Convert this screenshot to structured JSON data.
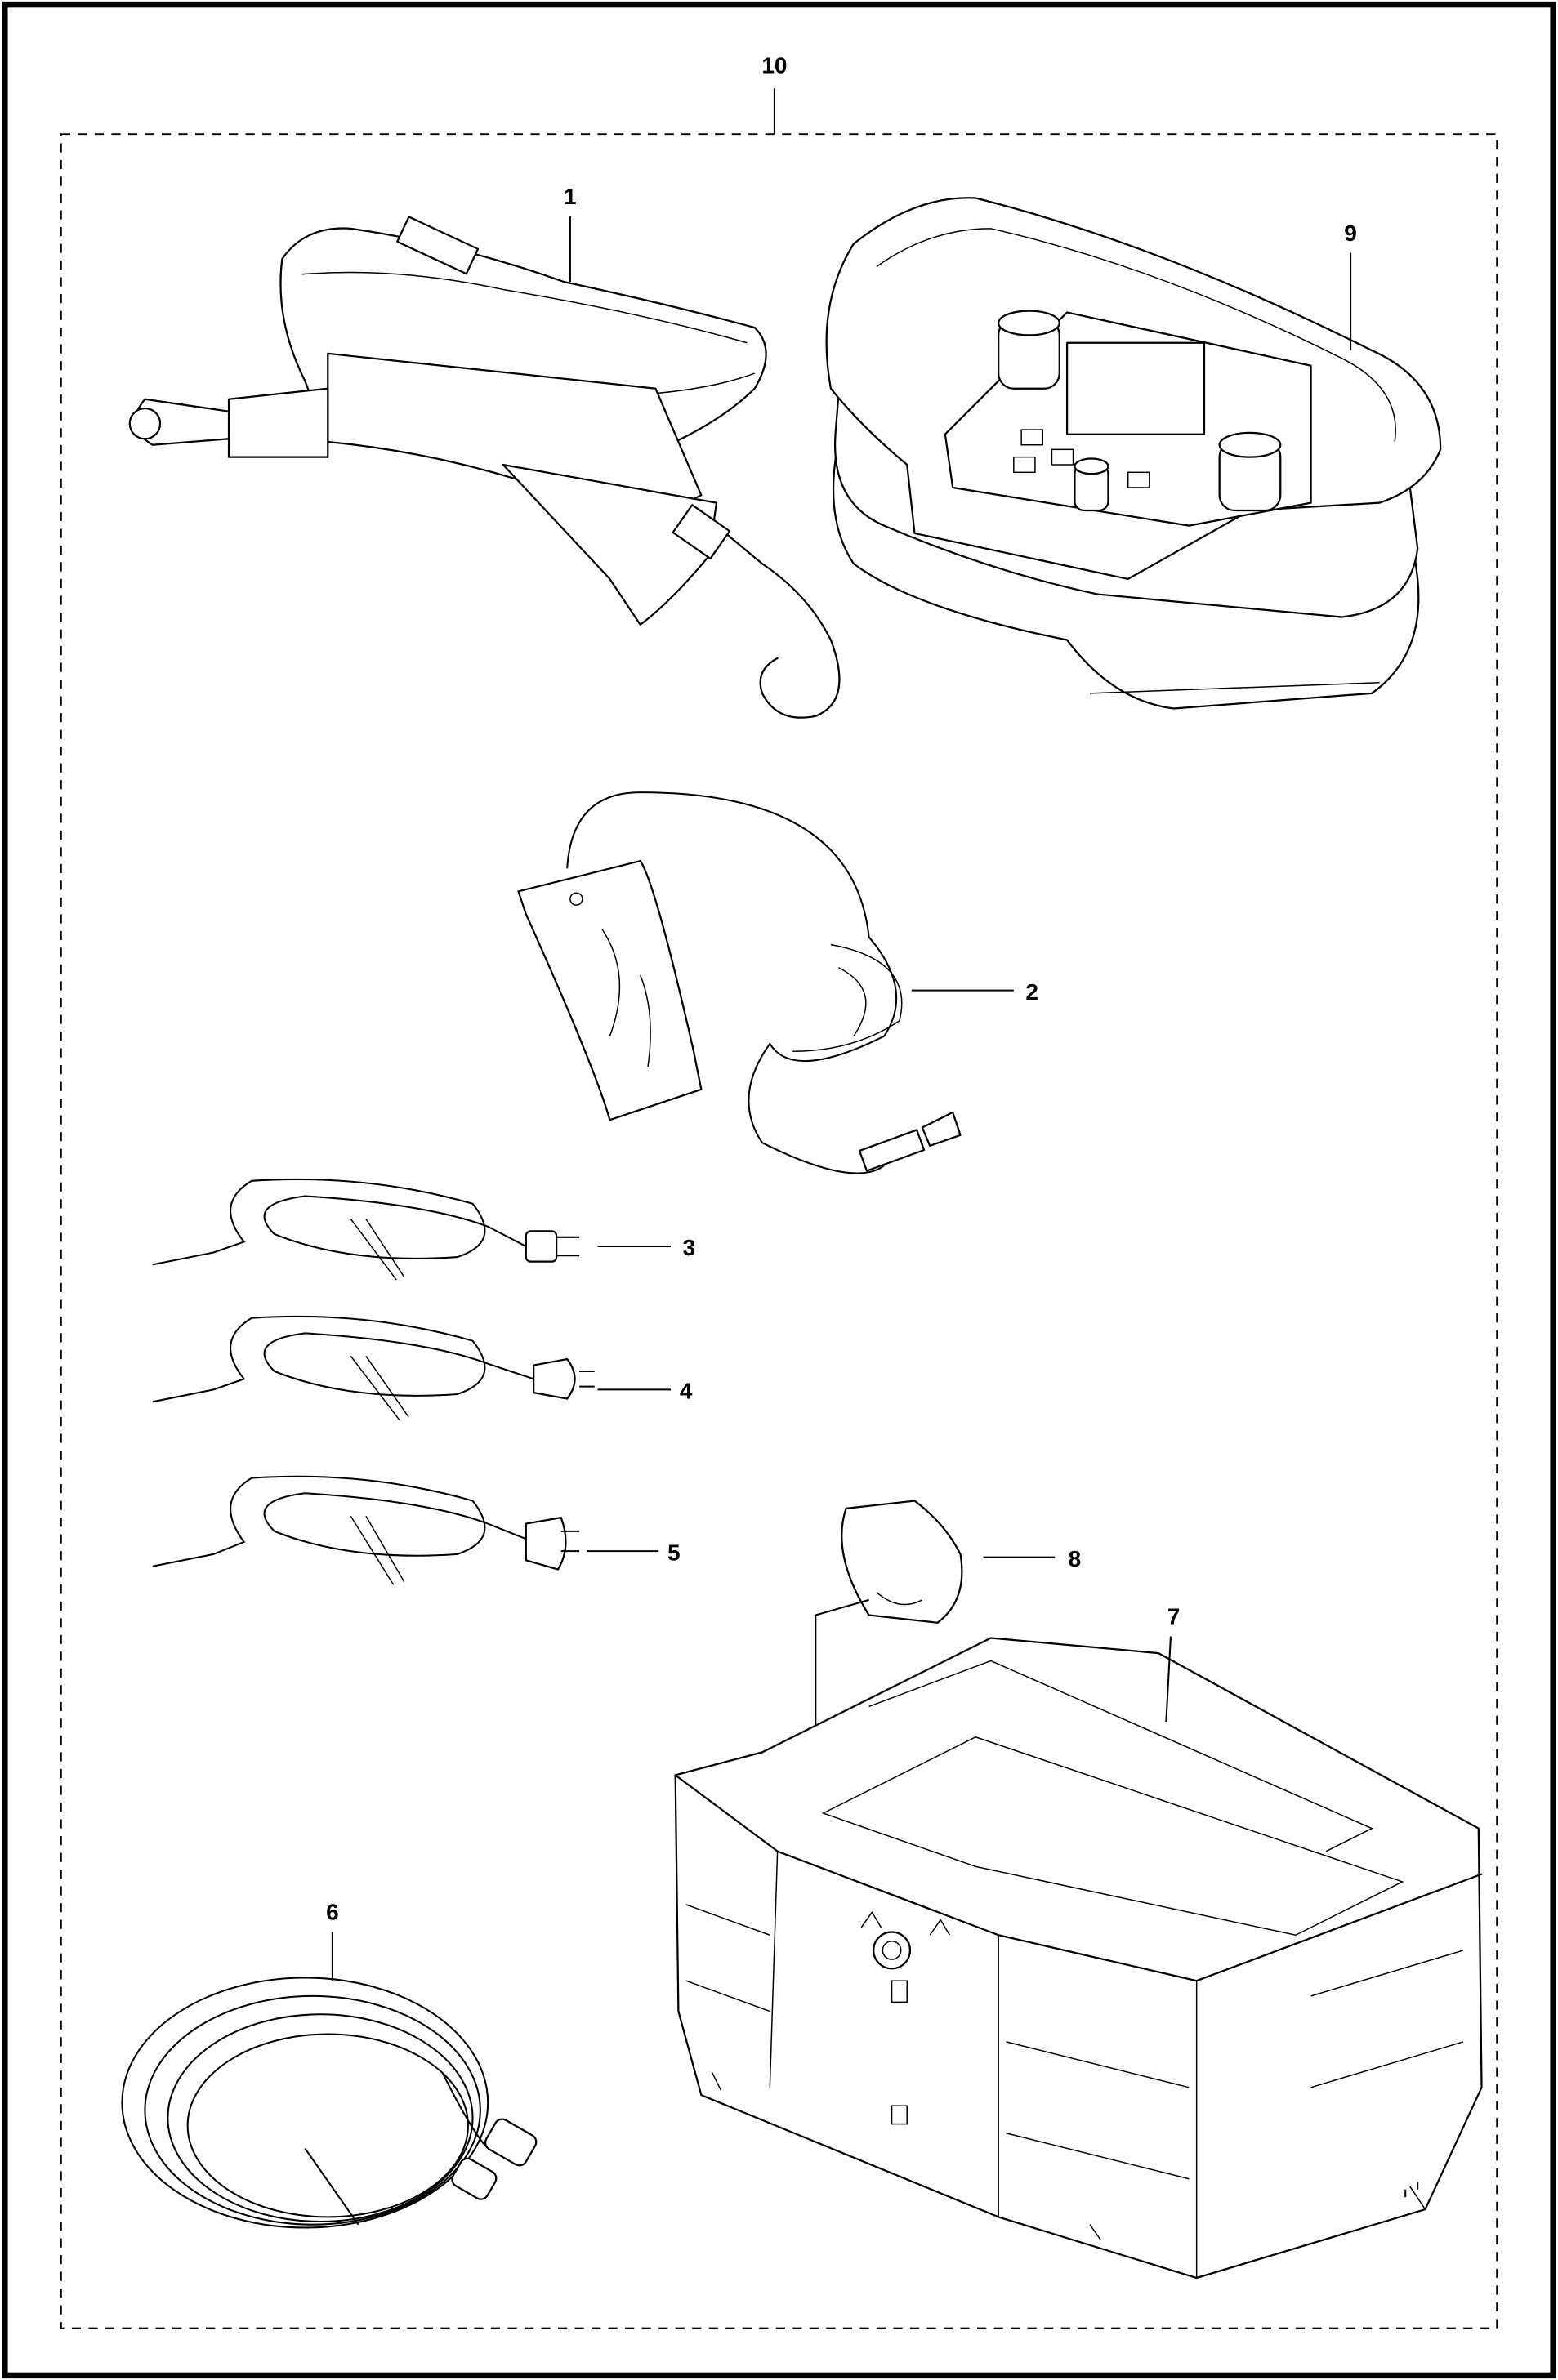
{
  "diagram": {
    "type": "exploded-parts-diagram",
    "callouts": {
      "kit": "10",
      "strap": "1",
      "charger": "2",
      "cord_a": "3",
      "cord_b": "4",
      "cord_c": "5",
      "cable": "6",
      "case": "7",
      "cover": "8",
      "remote": "9"
    }
  }
}
